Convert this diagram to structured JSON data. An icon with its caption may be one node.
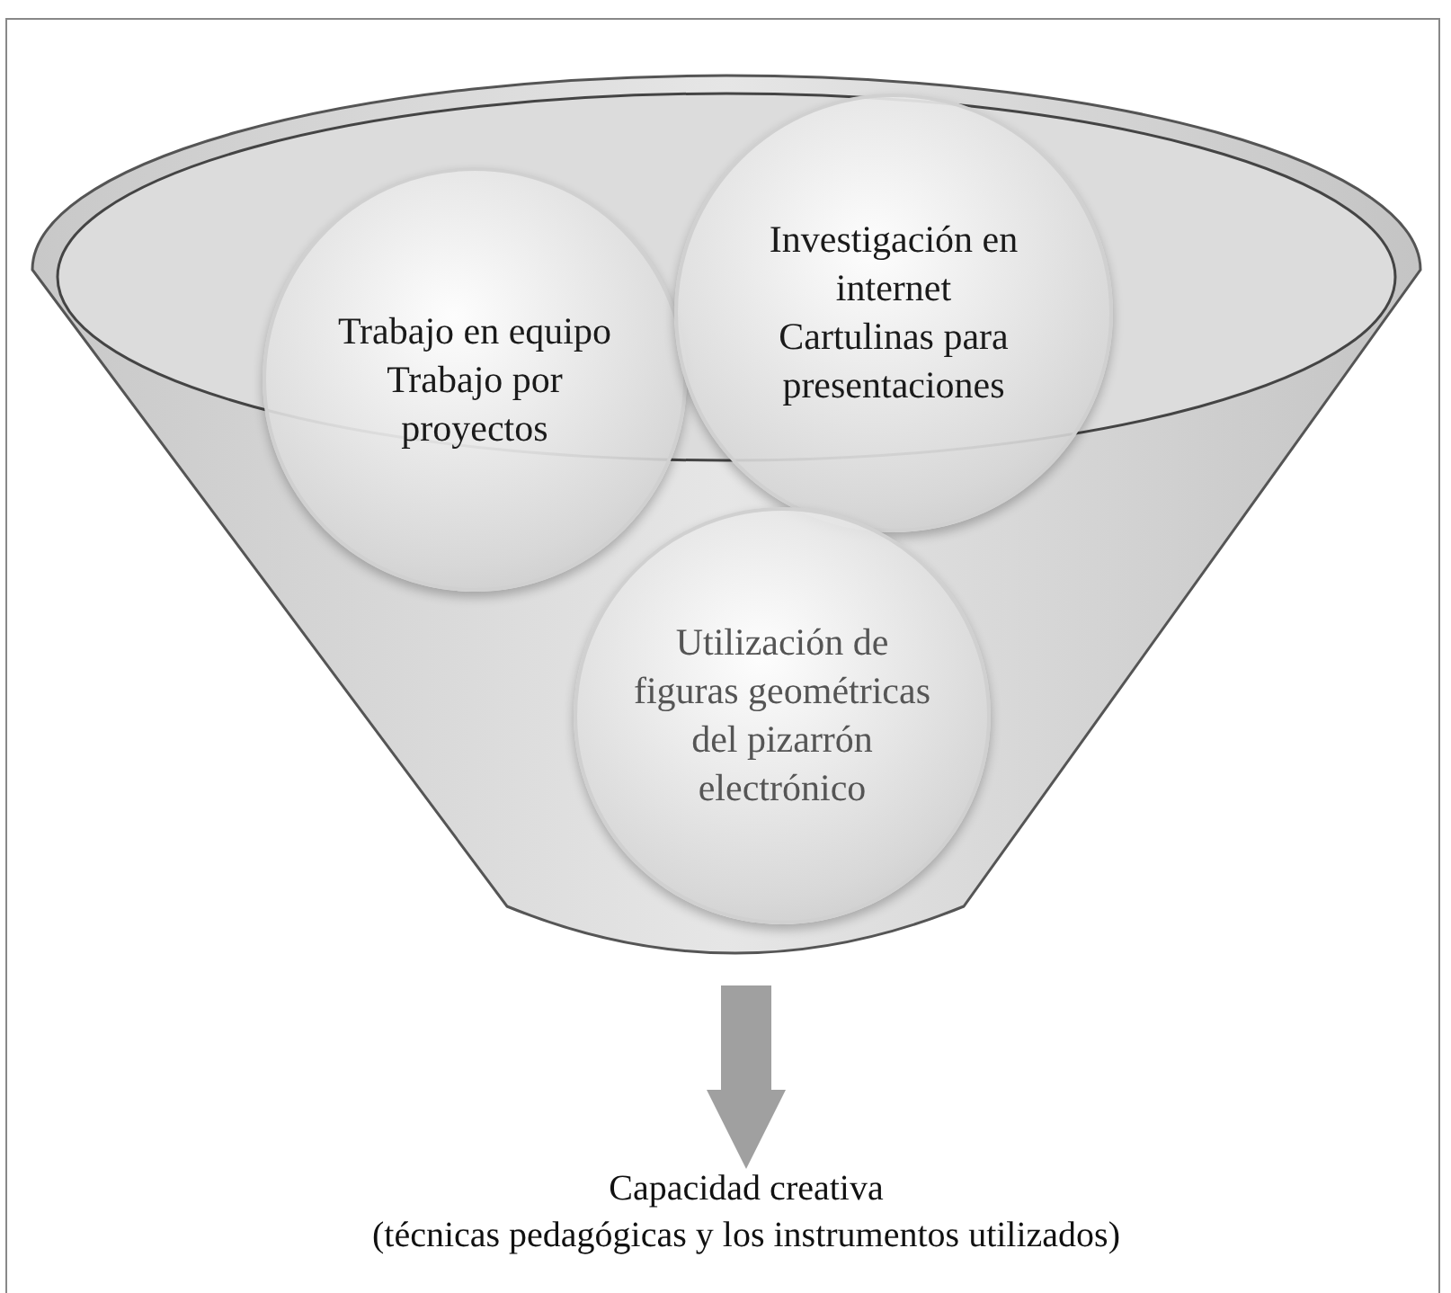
{
  "diagram": {
    "nodes": [
      {
        "text": [],
        "shape": "funnel"
      },
      {
        "text": [
          "Trabajo en equipo",
          "Trabajo por proyectos"
        ],
        "in": 0
      },
      {
        "text": [
          "Investigación en internet",
          "Cartulinas para presentaciones"
        ],
        "in": 0
      },
      {
        "text": [
          "Utilización de figuras geométricas del pizarrón electrónico"
        ],
        "in": 0
      },
      {
        "text": [
          "Capacidad creativa",
          "(técnicas pedagógicas y los instrumentos utilizados)"
        ]
      }
    ],
    "edges": [
      {
        "from": 0,
        "to": 4,
        "arrow": "to"
      }
    ]
  }
}
